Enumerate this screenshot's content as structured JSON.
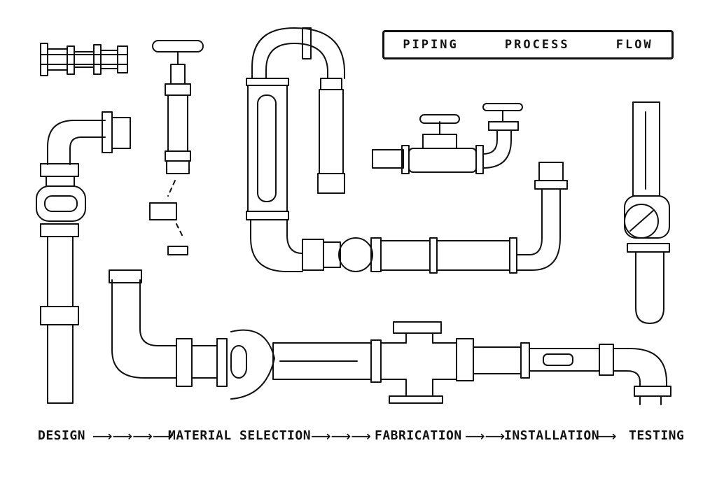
{
  "title": "PIPING     PROCESS     FLOW",
  "steps": [
    {
      "label": "DESIGN"
    },
    {
      "label": "MATERIAL SELECTION"
    },
    {
      "label": "FABRICATION"
    },
    {
      "label": "INSTALLATION"
    },
    {
      "label": "TESTING"
    }
  ],
  "arrow_glyph": "→",
  "colors": {
    "ink": "#111111",
    "background": "#ffffff"
  }
}
